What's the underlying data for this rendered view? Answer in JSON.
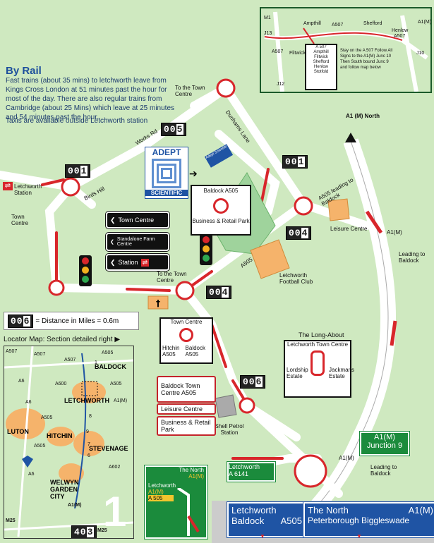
{
  "intro": {
    "title": "By Rail",
    "paragraph": "Fast trains (about 35 mins) to letchworth leave from Kings Cross London at 51 minutes past the hour for most of the day. There are also regular trains from Cambridge (about 25 Mins) which leave at 25 minutes and 54 minutes past the hour.",
    "taxis": "Taxis are available outside Letchworth station"
  },
  "brand": {
    "logo_top": "ADEPT",
    "logo_bottom": "SCIENTIFIC",
    "small_sign": "Adept Scientific"
  },
  "odometers": {
    "o005": {
      "digits": "00",
      "last": "5"
    },
    "o001a": {
      "digits": "00",
      "last": "1"
    },
    "o001b": {
      "digits": "00",
      "last": "1"
    },
    "o004a": {
      "digits": "00",
      "last": "4"
    },
    "o004b": {
      "digits": "00",
      "last": "4"
    },
    "o006": {
      "digits": "00",
      "last": "6"
    },
    "legend": {
      "digits": "00",
      "last": "6"
    },
    "o403": {
      "digits": "40",
      "last": "3"
    }
  },
  "legend_text": "= Distance in Miles = 0.6m",
  "locator_title": "Locator Map: Section detailed right",
  "roads": {
    "works_rd": "Works Rd",
    "birds_hill": "Birds Hill",
    "dunhams_lane": "Dunhams Lane",
    "a505": "A505",
    "a1m_north": "A1 (M) North",
    "a1m": "A1(M)",
    "a1m2": "A1(M)",
    "leading_baldock1": "Leading to Baldock",
    "leading_baldock2": "Leading to Baldock",
    "a505_leading": "A505 leading to Baldock"
  },
  "places": {
    "to_town_centre_top": "To the Town Centre",
    "letchworth_station": "Letchworth Station",
    "town_centre_left": "Town Centre",
    "to_town_centre_mid": "To the Town Centre",
    "leisure_centre": "Leisure Centre",
    "football_club": "Letchworth Football Club",
    "shell_station": "Shell Petrol Station",
    "long_about": "The Long-About"
  },
  "signs": {
    "town_centre": "Town Centre",
    "standalone": "Standalone Farm Centre",
    "station": "Station",
    "baldock_sign": {
      "top": "Baldock A505",
      "bottom": "Business & Retail Park"
    },
    "jct_sign": {
      "top": "Town Centre",
      "left": "Hitchin A505",
      "right": "Baldock A505"
    },
    "baldock_town": "Baldock Town Centre A505",
    "leisure": "Leisure Centre",
    "business": "Business & Retail Park",
    "long_sign": {
      "top": "Letchworth Town Centre",
      "left": "Lordship Estate",
      "right": "Jackmans Estate"
    },
    "a1m_j9": {
      "line1": "A1(M)",
      "line2": "Junction 9"
    },
    "letchworth_a6141": {
      "line1": "Letchworth",
      "line2": "A 6141"
    },
    "north_sign": {
      "north": "The North",
      "a1m": "A1(M)",
      "letch": "Letchworth",
      "a1m2": "A1(M)",
      "a505": "A 505"
    },
    "blue_left": {
      "l1": "Letchworth",
      "l2a": "Baldock",
      "l2b": "A505"
    },
    "blue_right": {
      "l1a": "The North",
      "l1b": "A1(M)",
      "l2": "Peterborough  Biggleswade"
    }
  },
  "inset_map": {
    "labels": [
      "M1",
      "J13",
      "A507",
      "Ampthill",
      "Flitwick",
      "A507",
      "Shefford",
      "A507",
      "Henlow",
      "A1(M)",
      "J10",
      "J12"
    ],
    "box": [
      "A 507",
      "Ampthill",
      "Flitwick",
      "Shefford",
      "Henlow",
      "Stotfold"
    ],
    "note": "Stay on the A 507 Follow All Signs to the A1(M) Junc 10 Then South bound Junc 9 and follow map below"
  },
  "locator": {
    "labels": [
      "A507",
      "A507",
      "A505",
      "A507",
      "A6",
      "A600",
      "A505",
      "A6",
      "A1(M)",
      "A505",
      "A505",
      "A602",
      "A6",
      "A1(M)",
      "M25",
      "M25",
      "1",
      "8",
      "9",
      "7",
      "6"
    ],
    "towns": [
      "BALDOCK",
      "LETCHWORTH",
      "LUTON",
      "HITCHIN",
      "STEVENAGE",
      "WELWYN GARDEN CITY"
    ],
    "big_num": "1"
  },
  "colors": {
    "road_red": "#d8262b",
    "blue": "#1f54a4",
    "green": "#1b8b3c",
    "orange": "#f5b36b",
    "bg": "#cfe9c0"
  }
}
